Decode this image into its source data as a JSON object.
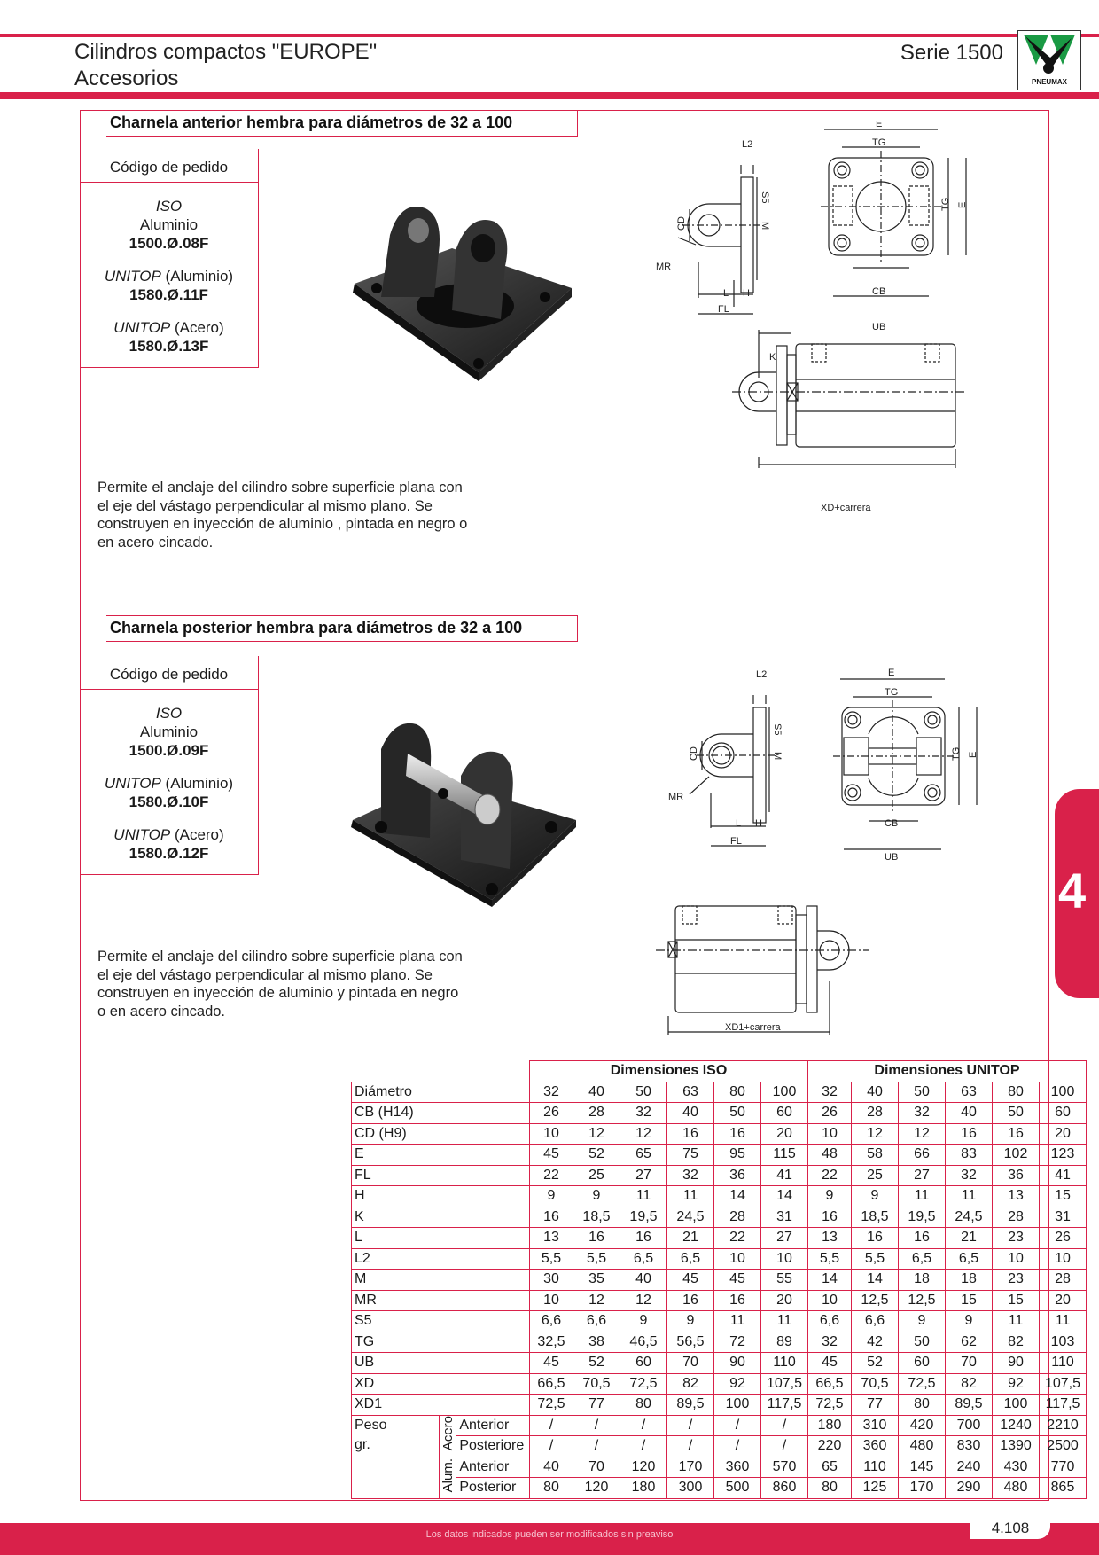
{
  "header": {
    "title_line1": "Cilindros compactos \"EUROPE\"",
    "title_line2": "Accesorios",
    "serie": "Serie 1500",
    "logo_text": "PNEUMAX",
    "accent_color": "#d9214a"
  },
  "section1": {
    "title": "Charnela anterior hembra para diámetros de 32 a 100",
    "order_label": "Código de pedido",
    "items": [
      {
        "line1": "ISO",
        "line1b": "",
        "line2": "Aluminio",
        "code": "1500.Ø.08F"
      },
      {
        "line1": "UNITOP",
        "line1b": " (Aluminio)",
        "line2": "",
        "code": "1580.Ø.11F"
      },
      {
        "line1": "UNITOP",
        "line1b": " (Acero)",
        "line2": "",
        "code": "1580.Ø.13F"
      }
    ],
    "description": "Permite el anclaje del cilindro sobre superficie plana con el eje del vástago perpendicular al mismo plano. Se construyen en inyección de aluminio , pintada en negro o en acero cincado."
  },
  "section2": {
    "title": "Charnela posterior hembra para diámetros de 32 a 100",
    "order_label": "Código de pedido",
    "items": [
      {
        "line1": "ISO",
        "line1b": "",
        "line2": "Aluminio",
        "code": "1500.Ø.09F"
      },
      {
        "line1": "UNITOP",
        "line1b": " (Aluminio)",
        "line2": "",
        "code": "1580.Ø.10F"
      },
      {
        "line1": "UNITOP",
        "line1b": " (Acero)",
        "line2": "",
        "code": "1580.Ø.12F"
      }
    ],
    "description": "Permite el anclaje del cilindro sobre superficie plana con el  eje del  vástago perpendicular al mismo plano. Se construyen en inyección de aluminio y pintada en negro o en acero cincado."
  },
  "drawing_labels": {
    "E": "E",
    "TG": "TG",
    "L2": "L2",
    "S5": "S5",
    "CD": "CD",
    "M": "M",
    "MR": "MR",
    "L": "L",
    "H": "H",
    "FL": "FL",
    "CB": "CB",
    "UB": "UB",
    "K": "K",
    "XD": "XD+carrera",
    "XD1": "XD1+carrera"
  },
  "table": {
    "group_iso": "Dimensiones ISO",
    "group_unitop": "Dimensiones UNITOP",
    "rows": [
      {
        "label": "Diámetro",
        "values": [
          "32",
          "40",
          "50",
          "63",
          "80",
          "100",
          "32",
          "40",
          "50",
          "63",
          "80",
          "100"
        ]
      },
      {
        "label": "CB (H14)",
        "values": [
          "26",
          "28",
          "32",
          "40",
          "50",
          "60",
          "26",
          "28",
          "32",
          "40",
          "50",
          "60"
        ]
      },
      {
        "label": "CD (H9)",
        "values": [
          "10",
          "12",
          "12",
          "16",
          "16",
          "20",
          "10",
          "12",
          "12",
          "16",
          "16",
          "20"
        ]
      },
      {
        "label": "E",
        "values": [
          "45",
          "52",
          "65",
          "75",
          "95",
          "115",
          "48",
          "58",
          "66",
          "83",
          "102",
          "123"
        ]
      },
      {
        "label": "FL",
        "values": [
          "22",
          "25",
          "27",
          "32",
          "36",
          "41",
          "22",
          "25",
          "27",
          "32",
          "36",
          "41"
        ]
      },
      {
        "label": "H",
        "values": [
          "9",
          "9",
          "11",
          "11",
          "14",
          "14",
          "9",
          "9",
          "11",
          "11",
          "13",
          "15"
        ]
      },
      {
        "label": "K",
        "values": [
          "16",
          "18,5",
          "19,5",
          "24,5",
          "28",
          "31",
          "16",
          "18,5",
          "19,5",
          "24,5",
          "28",
          "31"
        ]
      },
      {
        "label": "L",
        "values": [
          "13",
          "16",
          "16",
          "21",
          "22",
          "27",
          "13",
          "16",
          "16",
          "21",
          "23",
          "26"
        ]
      },
      {
        "label": "L2",
        "values": [
          "5,5",
          "5,5",
          "6,5",
          "6,5",
          "10",
          "10",
          "5,5",
          "5,5",
          "6,5",
          "6,5",
          "10",
          "10"
        ]
      },
      {
        "label": "M",
        "values": [
          "30",
          "35",
          "40",
          "45",
          "45",
          "55",
          "14",
          "14",
          "18",
          "18",
          "23",
          "28"
        ]
      },
      {
        "label": "MR",
        "values": [
          "10",
          "12",
          "12",
          "16",
          "16",
          "20",
          "10",
          "12,5",
          "12,5",
          "15",
          "15",
          "20"
        ]
      },
      {
        "label": "S5",
        "values": [
          "6,6",
          "6,6",
          "9",
          "9",
          "11",
          "11",
          "6,6",
          "6,6",
          "9",
          "9",
          "11",
          "11"
        ]
      },
      {
        "label": "TG",
        "values": [
          "32,5",
          "38",
          "46,5",
          "56,5",
          "72",
          "89",
          "32",
          "42",
          "50",
          "62",
          "82",
          "103"
        ]
      },
      {
        "label": "UB",
        "values": [
          "45",
          "52",
          "60",
          "70",
          "90",
          "110",
          "45",
          "52",
          "60",
          "70",
          "90",
          "110"
        ]
      },
      {
        "label": "XD",
        "values": [
          "66,5",
          "70,5",
          "72,5",
          "82",
          "92",
          "107,5",
          "66,5",
          "70,5",
          "72,5",
          "82",
          "92",
          "107,5"
        ]
      },
      {
        "label": "XD1",
        "values": [
          "72,5",
          "77",
          "80",
          "89,5",
          "100",
          "117,5",
          "72,5",
          "77",
          "80",
          "89,5",
          "100",
          "117,5"
        ]
      }
    ],
    "weight_label_1": "Peso",
    "weight_label_2": "gr.",
    "material_steel": "Acero",
    "material_alu": "Alum.",
    "weight_rows": [
      {
        "label": "Anterior",
        "values": [
          "/",
          "/",
          "/",
          "/",
          "/",
          "/",
          "180",
          "310",
          "420",
          "700",
          "1240",
          "2210"
        ]
      },
      {
        "label": "Posteriore",
        "values": [
          "/",
          "/",
          "/",
          "/",
          "/",
          "/",
          "220",
          "360",
          "480",
          "830",
          "1390",
          "2500"
        ]
      },
      {
        "label": "Anterior",
        "values": [
          "40",
          "70",
          "120",
          "170",
          "360",
          "570",
          "65",
          "110",
          "145",
          "240",
          "430",
          "770"
        ]
      },
      {
        "label": "Posterior",
        "values": [
          "80",
          "120",
          "180",
          "300",
          "500",
          "860",
          "80",
          "125",
          "170",
          "290",
          "480",
          "865"
        ]
      }
    ]
  },
  "side_tab": "4",
  "footer": {
    "note": "Los datos indicados pueden ser modificados sin preaviso",
    "page": "4.108"
  }
}
